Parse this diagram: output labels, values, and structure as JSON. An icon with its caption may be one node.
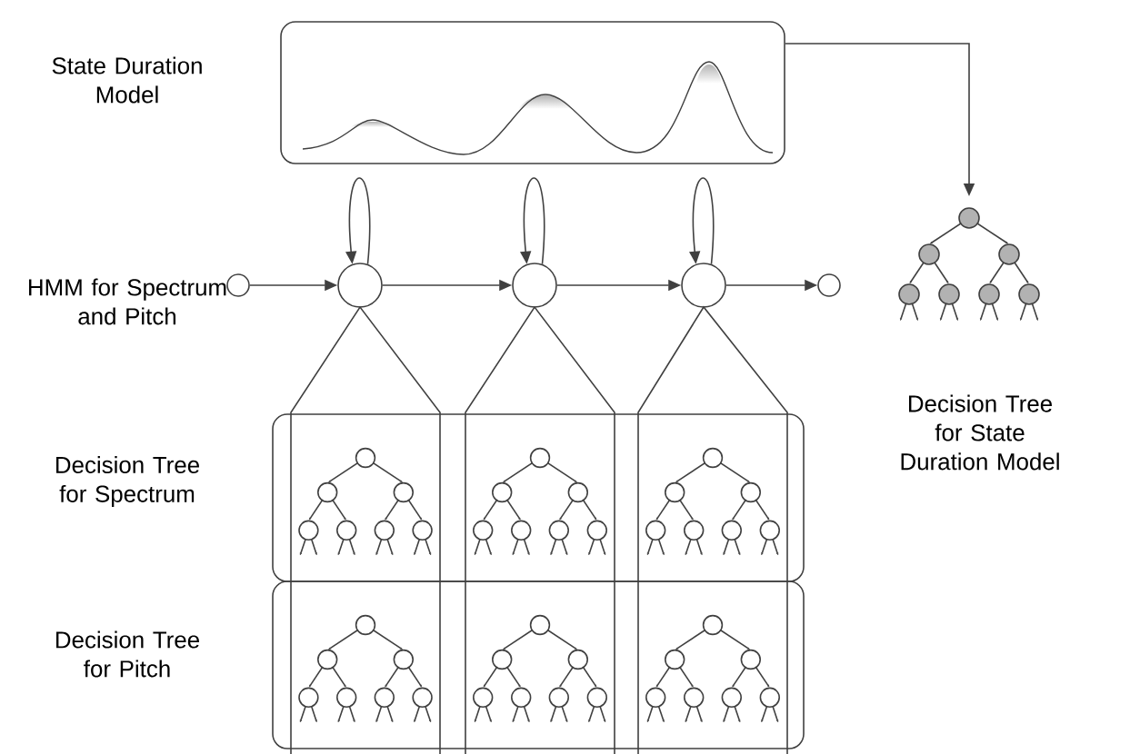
{
  "diagram": {
    "nodes": [
      {
        "text": [],
        "shape": "box"
      },
      {
        "text": [
          "Decision Tree for State Duration Model"
        ]
      },
      {
        "text": [],
        "shape": "circle"
      },
      {
        "text": [],
        "shape": "circle"
      },
      {
        "text": [],
        "shape": "circle"
      },
      {
        "text": [],
        "shape": "circle"
      },
      {
        "text": [],
        "shape": "circle"
      },
      {
        "text": [],
        "shape": "box"
      },
      {
        "text": [],
        "shape": "box"
      },
      {
        "text": [],
        "shape": "pentagon"
      },
      {
        "text": [],
        "shape": "pentagon"
      },
      {
        "text": [],
        "shape": "pentagon"
      }
    ],
    "edges": [
      {
        "from": 0,
        "to": 1,
        "arrow": "to"
      },
      {
        "from": 2,
        "to": 3,
        "arrow": "to"
      },
      {
        "from": 3,
        "to": 4,
        "arrow": "to"
      },
      {
        "from": 4,
        "to": 5,
        "arrow": "to"
      },
      {
        "from": 5,
        "to": 6,
        "arrow": "to"
      },
      {
        "from": 3,
        "to": 3,
        "arrow": "to"
      },
      {
        "from": 4,
        "to": 4,
        "arrow": "to"
      },
      {
        "from": 5,
        "to": 5,
        "arrow": "to"
      }
    ],
    "labels": [
      "State Duration Model",
      "HMM for Spectrum and Pitch",
      "Decision Tree for Spectrum",
      "Decision Tree for Pitch"
    ]
  }
}
